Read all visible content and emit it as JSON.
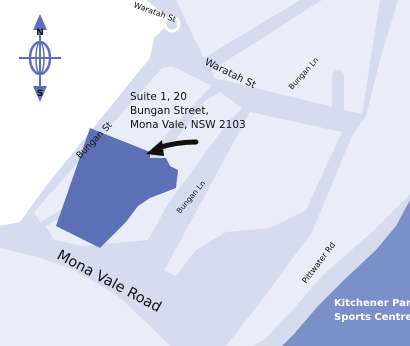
{
  "streets": {
    "waratah_upper": "Waratah St",
    "waratah_main": "Waratah St",
    "bungan_st": "Bungan St",
    "bungan_ln_upper": "Bungan Ln",
    "bungan_ln_lower": "Bungan Ln",
    "mona_vale_road": "Mona Vale Road",
    "pittwater_rd": "Pittwater Rd"
  },
  "address": {
    "line1": "Suite 1, 20",
    "line2": "Bungan Street,",
    "line3": "Mona Vale, NSW 2103"
  },
  "park": {
    "line1": "Kitchener Park",
    "line2": "Sports Centre"
  },
  "compass": {
    "north": "N",
    "south": "S"
  },
  "colors": {
    "road": "#d4dcee",
    "block": "#e9edf7",
    "building": "#5d6fb6",
    "park": "#5d6fb6",
    "water": "#7b8fc8",
    "arrow": "#111111"
  }
}
